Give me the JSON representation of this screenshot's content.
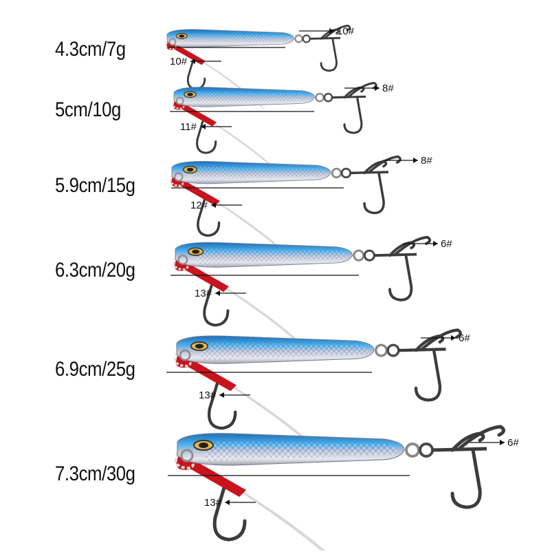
{
  "colors": {
    "background": "#ffffff",
    "body_blue": "#2f8fd6",
    "body_silver": "#d9d9de",
    "thread_red": "#c8141e",
    "feather": "#d8d8d8",
    "hook_metal": "#3c3c3c",
    "text": "#111111"
  },
  "lures": [
    {
      "size_label": "4.3cm/7g",
      "treble_hook_label": "10#",
      "assist_hook_label": "10#",
      "scale": 0.56
    },
    {
      "size_label": "5cm/10g",
      "treble_hook_label": "8#",
      "assist_hook_label": "11#",
      "scale": 0.62
    },
    {
      "size_label": "5.9cm/15g",
      "treble_hook_label": "8#",
      "assist_hook_label": "12#",
      "scale": 0.7
    },
    {
      "size_label": "6.3cm/20g",
      "treble_hook_label": "6#",
      "assist_hook_label": "13#",
      "scale": 0.78
    },
    {
      "size_label": "6.9cm/25g",
      "treble_hook_label": "6#",
      "assist_hook_label": "13#",
      "scale": 0.87
    },
    {
      "size_label": "7.3cm/30g",
      "treble_hook_label": "6#",
      "assist_hook_label": "13#",
      "scale": 1.0
    }
  ]
}
